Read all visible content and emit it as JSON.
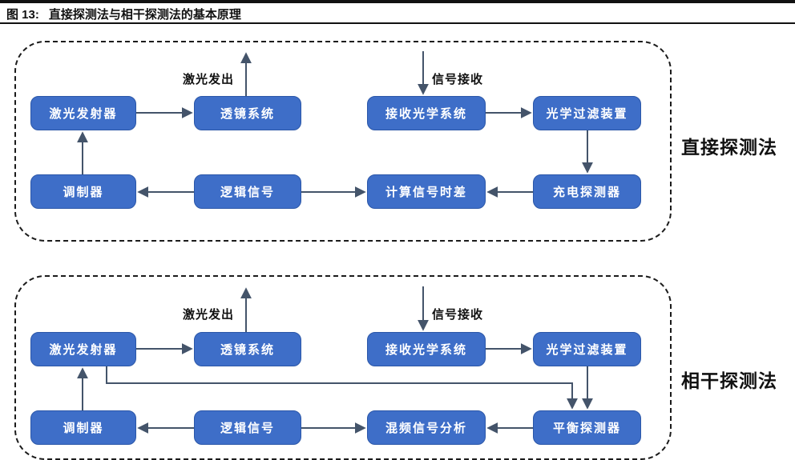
{
  "header": {
    "figure_label": "图 13:",
    "title": "直接探测法与相干探测法的基本原理"
  },
  "colors": {
    "box_fill": "#3e6ec8",
    "box_border": "#2b57a8",
    "box_text": "#ffffff",
    "arrow": "#44546A",
    "panel_dash_border": "#1b1b1b",
    "rule": "#111111"
  },
  "diagram": {
    "panels": [
      {
        "side_label": "直接探测法",
        "laser_out_label": "激光发出",
        "signal_in_label": "信号接收",
        "boxes": [
          {
            "label": "激光发射器"
          },
          {
            "label": "透镜系统"
          },
          {
            "label": "接收光学系统"
          },
          {
            "label": "光学过滤装置"
          },
          {
            "label": "调制器"
          },
          {
            "label": "逻辑信号"
          },
          {
            "label": "计算信号时差"
          },
          {
            "label": "充电探测器"
          }
        ]
      },
      {
        "side_label": "相干探测法",
        "laser_out_label": "激光发出",
        "signal_in_label": "信号接收",
        "boxes": [
          {
            "label": "激光发射器"
          },
          {
            "label": "透镜系统"
          },
          {
            "label": "接收光学系统"
          },
          {
            "label": "光学过滤装置"
          },
          {
            "label": "调制器"
          },
          {
            "label": "逻辑信号"
          },
          {
            "label": "混频信号分析"
          },
          {
            "label": "平衡探测器"
          }
        ]
      }
    ]
  }
}
